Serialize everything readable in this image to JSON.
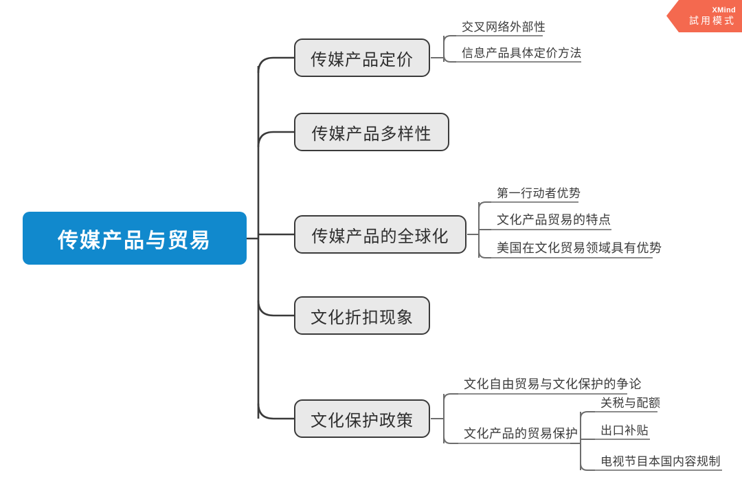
{
  "app": {
    "name": "XMind",
    "watermark": {
      "brand": "XMind",
      "label": "試用模式"
    }
  },
  "colors": {
    "root_fill": "#1189cd",
    "root_text": "#ffffff",
    "branch_fill": "#e9e9e9",
    "branch_border": "#3a3a3a",
    "branch_text": "#2e2e2e",
    "leaf_text": "#3a3a3a",
    "leaf_underline": "#8a8a8a",
    "connector": "#3a3a3a",
    "watermark_fill": "#f4694f",
    "canvas_background": "#ffffff"
  },
  "mindmap": {
    "root": {
      "label": "传媒产品与贸易"
    },
    "branches": [
      {
        "label": "传媒产品定价",
        "children": [
          {
            "label": "交叉网络外部性"
          },
          {
            "label": "信息产品具体定价方法"
          }
        ]
      },
      {
        "label": "传媒产品多样性",
        "children": []
      },
      {
        "label": "传媒产品的全球化",
        "children": [
          {
            "label": "第一行动者优势"
          },
          {
            "label": "文化产品贸易的特点"
          },
          {
            "label": "美国在文化贸易领域具有优势"
          }
        ]
      },
      {
        "label": "文化折扣现象",
        "children": []
      },
      {
        "label": "文化保护政策",
        "children": [
          {
            "label": "文化自由贸易与文化保护的争论"
          },
          {
            "label": "文化产品的贸易保护",
            "children": [
              {
                "label": "关税与配额"
              },
              {
                "label": "出口补贴"
              },
              {
                "label": "电视节目本国内容规制"
              }
            ]
          }
        ]
      }
    ]
  }
}
